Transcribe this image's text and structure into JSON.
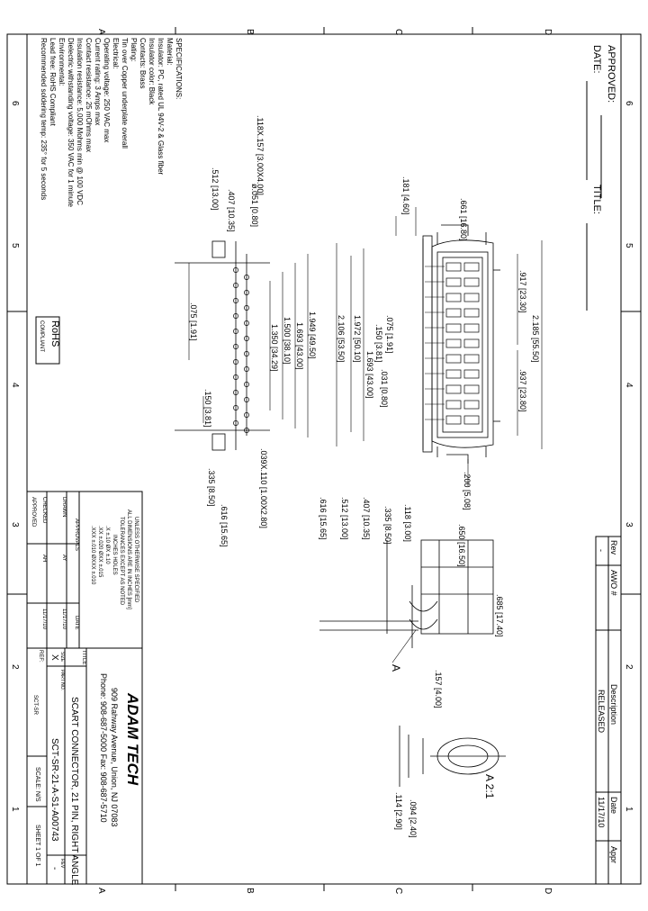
{
  "zones": {
    "letters_top": [
      "D",
      "C",
      "B",
      "A"
    ],
    "letters_bottom": [
      "A",
      "B",
      "C",
      "D"
    ],
    "numbers_left": [
      "6",
      "5",
      "4",
      "3",
      "2",
      "1"
    ],
    "numbers_right": [
      "6",
      "5",
      "4",
      "3",
      "2",
      "1"
    ]
  },
  "approval": {
    "approved": "APPROVED:",
    "date": "DATE:",
    "title": "TITLE:"
  },
  "specs": {
    "lines": [
      "SPECIFICATIONS:",
      "Material:",
      "Insulator: PC, rated UL 94V-2 & Glass fiber",
      "Insulator color: Black",
      "Contacts: Brass",
      "Plating:",
      "Tin over Copper underplate overall",
      "Electrical:",
      "Operating voltage: 250 VAC max",
      "Current rating: 3 Amps max",
      "Contact resistance: 25 mOhms max",
      "Insulation resistance: 5,000 Mohms min @ 100 VDC",
      "Dielectric withstanding voltage: 350 VAC for 1 minute",
      "Environmental:",
      "Lead free: RoHS Compliant",
      "Recommended soldering temp: 235° for 5 seconds"
    ]
  },
  "rohs": {
    "title": "RoHS",
    "sub": "COMPLIANT"
  },
  "rev_table": {
    "headers": [
      "Rev",
      "AWO #",
      "Description",
      "Date",
      "Appr"
    ],
    "row": [
      "-",
      "",
      "RELEASED",
      "11/17/10",
      ""
    ]
  },
  "tolerance": {
    "lines": [
      "UNLESS OTHERWISE SPECIFIED",
      "ALL DIMENSIONS ARE IN INCHES [mm]",
      "TOLERANCES EXCEPT AS NOTED",
      "INCHES          HOLES",
      ".X   ±.10      ØX    ±.10",
      ".XX  ±.020     ØXX   ±.015",
      ".XXX ±.010     ØXXX  ±.010"
    ],
    "approvals_header": [
      "APPROVALS",
      "DATE"
    ],
    "rows": [
      {
        "role": "DRAWN",
        "name": "AY",
        "date": "11/17/10"
      },
      {
        "role": "CHECKED",
        "name": "AH",
        "date": "11/17/10"
      },
      {
        "role": "APPROVED",
        "name": "",
        "date": ""
      }
    ]
  },
  "title_block": {
    "company": "ADAM TECH",
    "address": "909 Rahway Avenue, Union, NJ 07083",
    "phone": "Phone: 908-687-5000 Fax: 908-687-5710",
    "title_label": "TITLE",
    "title": "SCART CONNECTOR, 21 PIN, RIGHT ANGLE",
    "size_label": "SIZE",
    "size": "X",
    "partno_label": "PART NO.",
    "partno": "SCT-SR-21-A-S1-A00743",
    "rev_label": "REV",
    "rev": "-",
    "ref_label": "REF:",
    "ref": "SCT-SR",
    "scale": "SCALE: N/S",
    "sheet": "SHEET 1 OF 1"
  },
  "dims_front": [
    "2.185 [55.50]",
    ".917 [23.30]",
    ".937 [23.80]",
    "1.972 [50.10]",
    "1.693 [43.00]",
    ".150 [3.81]",
    ".075 [1.91]",
    ".031 [0.80]",
    "2.106 [53.50]",
    ".661 [16.80]",
    ".181 [4.60]",
    ".200 [5.08]"
  ],
  "dims_bottom": [
    "1.949 [49.50]",
    "1.693 [43.00]",
    "1.500 [38.10]",
    "1.350 [34.29]",
    ".075 [1.91]",
    ".150 [3.81]",
    ".118X.157 [3.00X4.00]",
    ".512 [13.00]",
    ".407 [10.35]",
    "ø.051 [0.80]",
    ".039X.110 [1.00X2.80]",
    ".335 [8.50]",
    ".616 [15.65]"
  ],
  "dims_side": [
    ".650 [16.50]",
    ".118 [3.00]",
    ".335 [8.50]",
    ".407 [10.35]",
    ".512 [13.00]",
    ".616 [15.65]",
    ".685 [17.40]",
    ".157 [4.00]"
  ],
  "detail": {
    "label": "A",
    "title": "A  2:1",
    "dims": [
      ".094 [2.40]",
      ".114 [2.90]"
    ]
  }
}
